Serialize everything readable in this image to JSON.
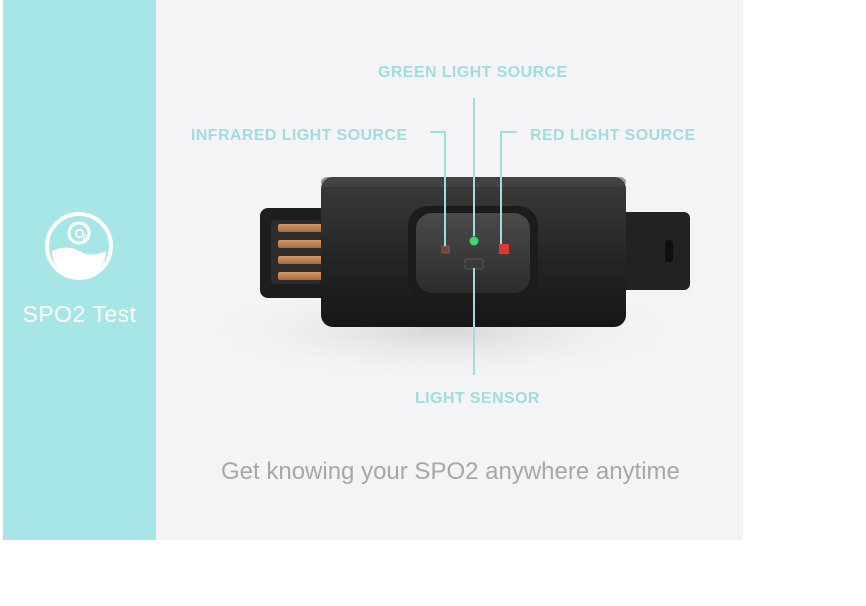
{
  "sidebar": {
    "icon_text": "O",
    "icon_subscript": "2",
    "label": "SPO2 Test"
  },
  "callouts": {
    "green": "GREEN LIGHT SOURCE",
    "infrared": "INFRARED LIGHT SOURCE",
    "red": "RED LIGHT SOURCE",
    "sensor": "LIGHT SENSOR"
  },
  "tagline": "Get knowing your SPO2 anywhere anytime",
  "colors": {
    "sidebar_bg": "#a7e6e6",
    "callout_text": "#9fdede",
    "green_led": "#3cd66a",
    "red_led": "#e0382c",
    "device_body": "#2a2a2a"
  },
  "icons": [
    "o2-icon"
  ]
}
